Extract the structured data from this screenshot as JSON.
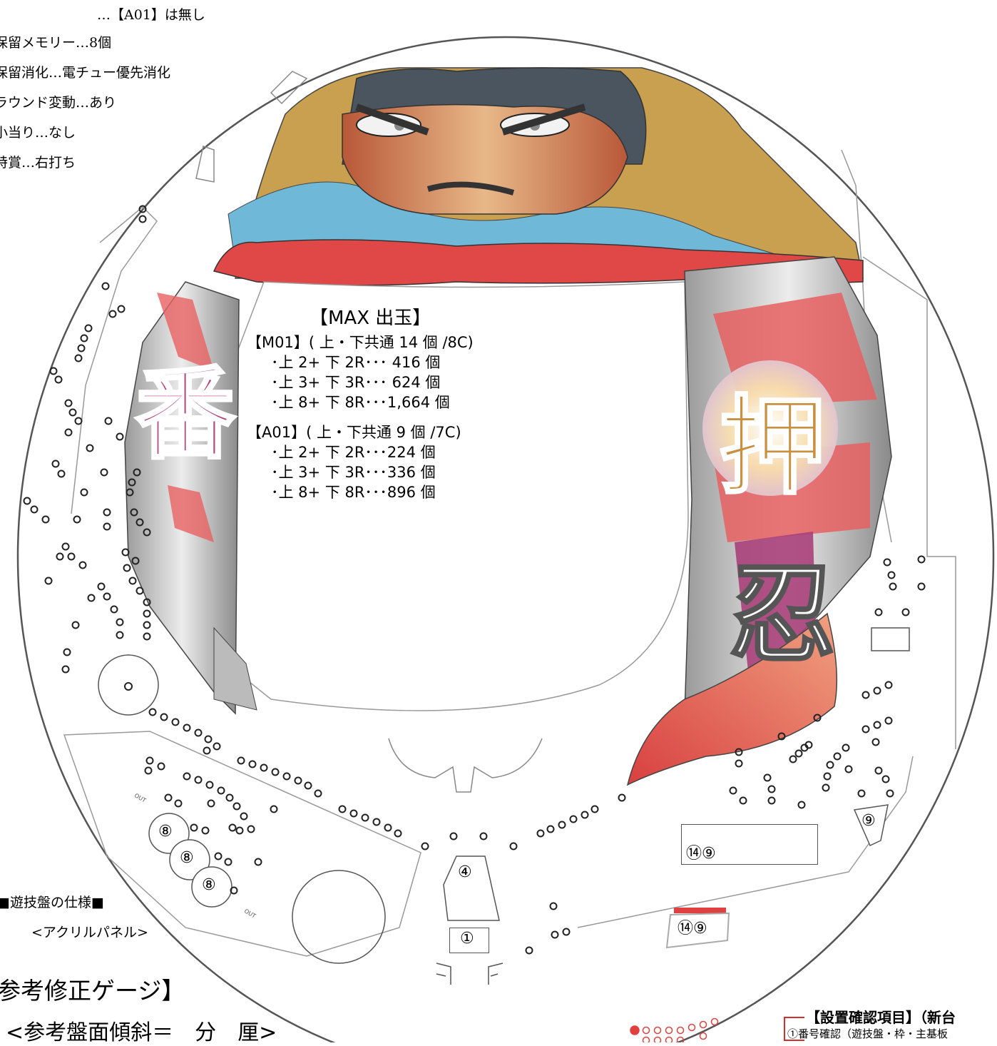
{
  "spec_lines": {
    "a01_none": "…【A01】は無し",
    "hold_memory": "保留メモリー…8個",
    "hold_consume": "保留消化…電チュー優先消化",
    "round_change": "ラウンド変動…あり",
    "small_hit": "小当り…なし",
    "special": "特賞…右打ち"
  },
  "max_output": {
    "title": "【MAX 出玉】",
    "m01_header": "【M01】( 上・下共通 14 個 /8C)",
    "m01_lines": [
      "･上 2+ 下 2R･･･ 416 個",
      "･上 3+ 下 3R･･･ 624 個",
      "･上 8+ 下 8R･･･1,664 個"
    ],
    "a01_header": "【A01】( 上・下共通 9 個 /7C)",
    "a01_lines": [
      "･上 2+ 下 2R･･･224 個",
      "･上 3+ 下 3R･･･336 個",
      "･上 8+ 下 8R･･･896 個"
    ]
  },
  "glyphs": {
    "left_kanji": "番",
    "right_kanji_top": "押",
    "right_kanji_bottom": "忍"
  },
  "markers": {
    "eight_1": "⑧",
    "eight_2": "⑧",
    "eight_3": "⑧",
    "four": "④",
    "one": "①",
    "nine_side": "⑨",
    "box_14_9": "⑭⑨",
    "attacker_14_9": "⑭⑨",
    "out_left": "OUT",
    "out_bottom": "OUT"
  },
  "bottom_text": {
    "board_spec": "■遊技盤の仕様■",
    "acrylic": "<アクリルパネル>",
    "gauge_title": "参考修正ゲージ】",
    "tilt": "<参考盤面傾斜＝　分　厘>",
    "install_title": "【設置確認項目】（新台",
    "install_item1": "①番号確認（遊技盤・枠・主基板"
  },
  "colors": {
    "outline": "#555555",
    "attacker_red": "#e04040",
    "gold": "#c8a050",
    "sky": "#70b8d8",
    "banner_red": "#e04848",
    "magenta": "#a8407a"
  }
}
